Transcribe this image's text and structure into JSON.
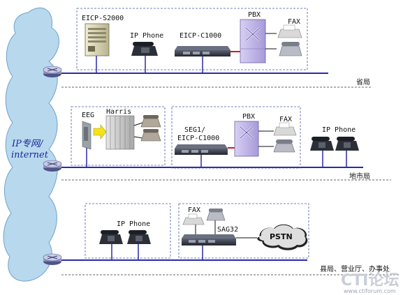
{
  "cloud": {
    "line1": "IP专网/",
    "line2": "internet"
  },
  "tiers": [
    {
      "label": "省局"
    },
    {
      "label": "地市局"
    },
    {
      "label": "县局、营业厅、办事处"
    }
  ],
  "devices": {
    "eicp_s2000": "EICP-S2000",
    "ip_phone_1": "IP Phone",
    "eicp_c1000_1": "EICP-C1000",
    "pbx_1": "PBX",
    "fax_1": "FAX",
    "eeg": "EEG",
    "harris": "Harris",
    "seg1_line1": "SEG1/",
    "seg1_line2": "EICP-C1000",
    "pbx_2": "PBX",
    "fax_2": "FAX",
    "ip_phone_2": "IP Phone",
    "ip_phone_3": "IP Phone",
    "fax_3": "FAX",
    "sag32": "SAG32",
    "pstn": "PSTN"
  },
  "watermark": {
    "logo": "CTI论坛",
    "url": "www.ctiforum.com"
  },
  "colors": {
    "lan_line": "#2a2aa8",
    "dashed_box": "#4a5aa8",
    "link_red": "#d11a1a",
    "cloud_fill": "#b8d8ee"
  }
}
